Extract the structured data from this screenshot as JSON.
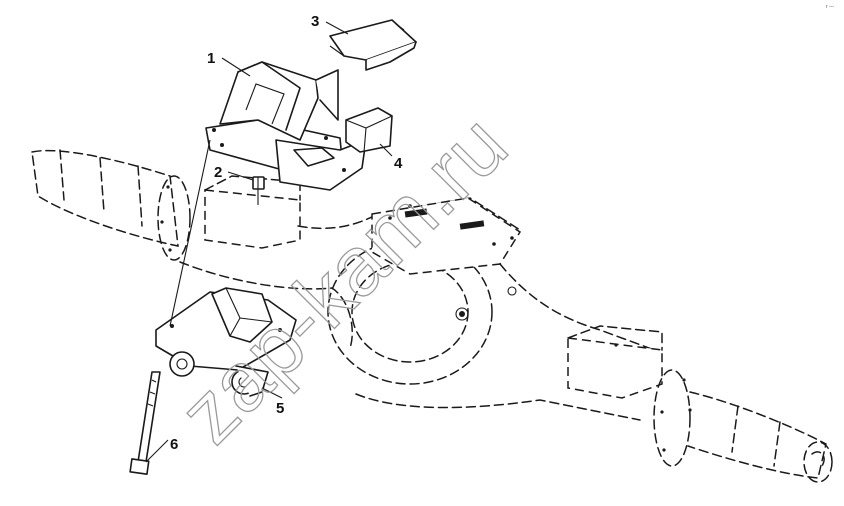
{
  "diagram": {
    "callouts": [
      {
        "id": "1",
        "label": "1"
      },
      {
        "id": "2",
        "label": "2"
      },
      {
        "id": "3",
        "label": "3"
      },
      {
        "id": "4",
        "label": "4"
      },
      {
        "id": "5",
        "label": "5"
      },
      {
        "id": "6",
        "label": "6"
      }
    ],
    "watermark": "zap-kam.ru",
    "corner_mark": "r ---"
  }
}
